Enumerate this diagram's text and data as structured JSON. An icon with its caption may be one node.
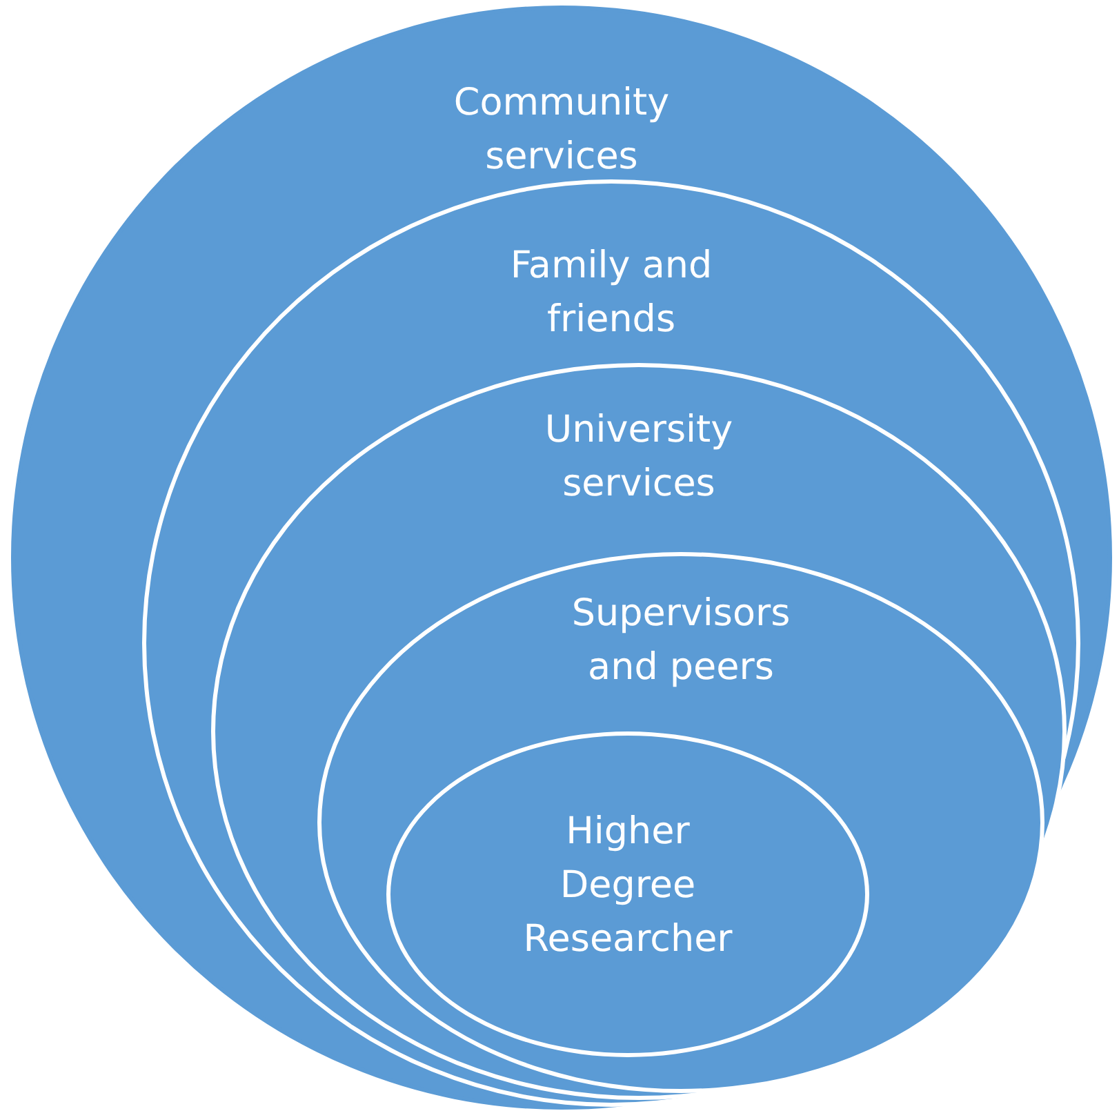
{
  "diagram": {
    "nodes": [
      {
        "text": [
          "Community services"
        ]
      },
      {
        "text": [
          "Family and friends"
        ],
        "in": 0
      },
      {
        "text": [
          "University services"
        ],
        "in": 1
      },
      {
        "text": [
          "Supervisors and peers"
        ],
        "in": 2
      },
      {
        "text": [
          "Higher Degree Researcher"
        ],
        "in": 3
      }
    ],
    "edges": []
  }
}
